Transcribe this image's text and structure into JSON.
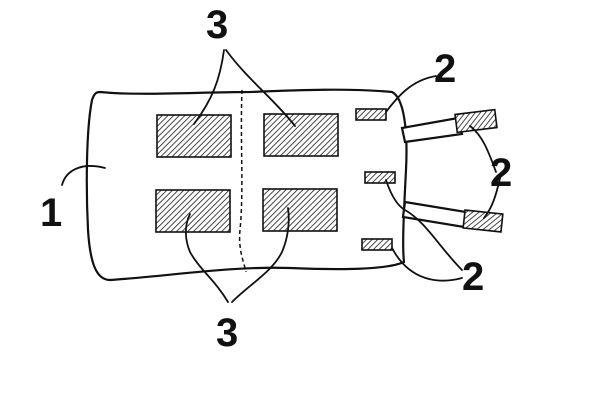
{
  "figure": {
    "labels": {
      "body": "1",
      "fasteners_top": "2",
      "fasteners_right": "2",
      "fasteners_bottom": "2",
      "patches_top": "3",
      "patches_bottom": "3"
    },
    "colors": {
      "line": "#111111",
      "hatch_fill": "#9a9a9a",
      "background": "#ffffff"
    }
  }
}
